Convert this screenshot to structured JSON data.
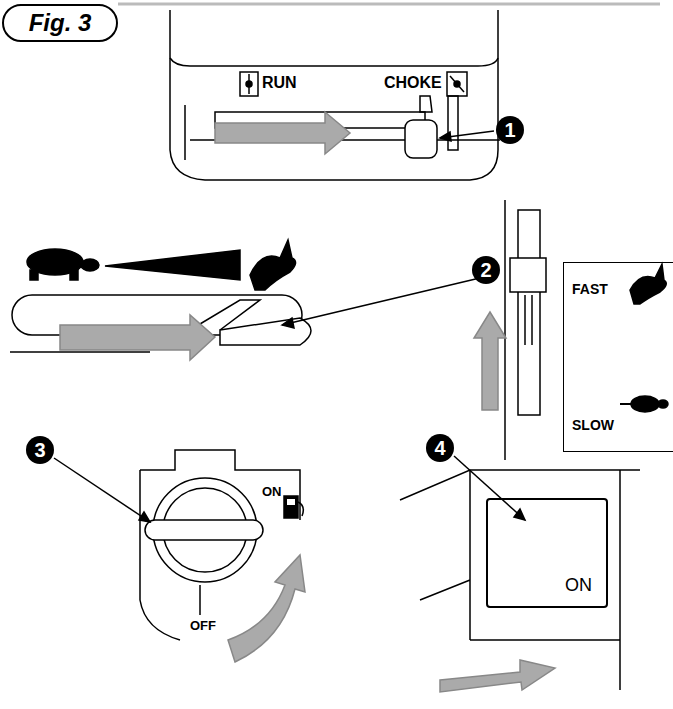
{
  "diagram": {
    "nodes": [
      {
        "text": [
          "Fig. 3"
        ]
      },
      {
        "text": [
          "FAST",
          "SLOW"
        ]
      },
      {
        "text": [
          "ON"
        ]
      }
    ],
    "labels": [
      "RUN",
      "CHOKE",
      "1",
      "2",
      "3",
      "ON",
      "OFF",
      "4"
    ]
  }
}
